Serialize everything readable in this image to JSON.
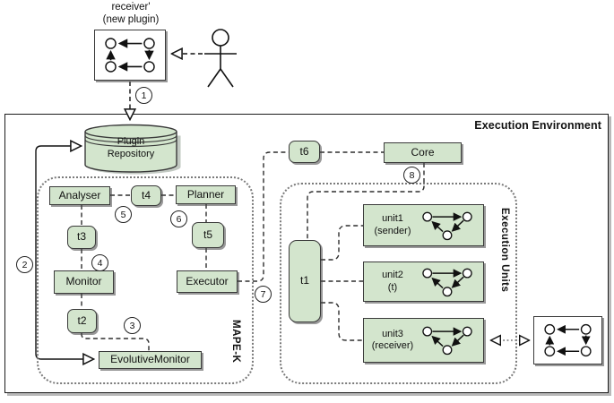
{
  "top": {
    "new_plugin_line1": "receiver'",
    "new_plugin_line2": "(new plugin)"
  },
  "environment": {
    "title": "Execution Environment",
    "repository": {
      "line1": "Plugin",
      "line2": "Repository"
    },
    "core_label": "Core",
    "t6_label": "t6"
  },
  "mape": {
    "label": "MAPE-K",
    "analyser": "Analyser",
    "t4": "t4",
    "planner": "Planner",
    "t3": "t3",
    "t5": "t5",
    "monitor": "Monitor",
    "executor": "Executor",
    "t2": "t2",
    "evolutive_monitor": "EvolutiveMonitor"
  },
  "units_section": {
    "label": "Execution Units",
    "t1_label": "t1",
    "units": [
      {
        "name": "unit1",
        "role": "(sender)"
      },
      {
        "name": "unit2",
        "role": "(t)"
      },
      {
        "name": "unit3",
        "role": "(receiver)"
      }
    ]
  },
  "steps": [
    "1",
    "2",
    "3",
    "4",
    "5",
    "6",
    "7",
    "8"
  ],
  "colors": {
    "box_fill": "#d3e5cd",
    "box_border": "#3a3a3a",
    "dotted_border": "#7a7a7a"
  }
}
